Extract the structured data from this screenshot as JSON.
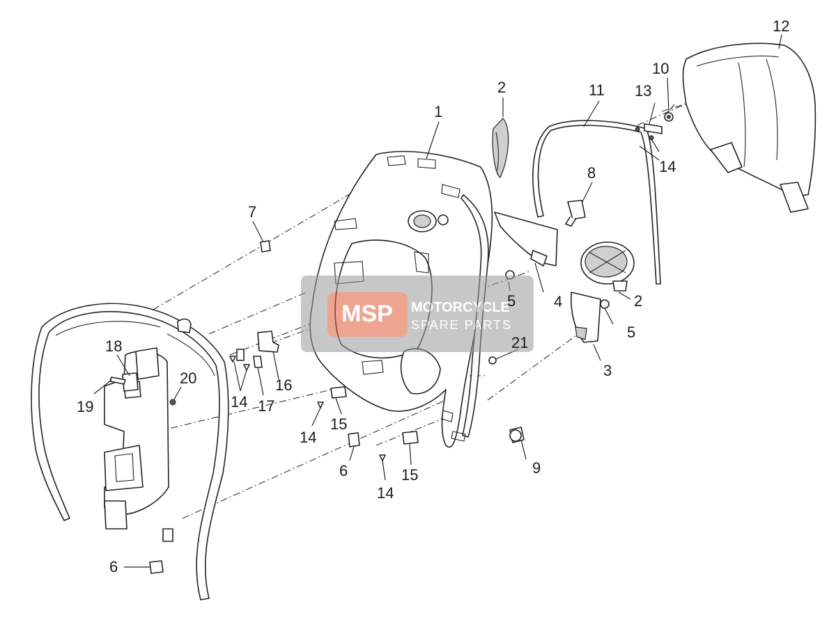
{
  "callouts": {
    "c1": "1",
    "c2a": "2",
    "c2b": "2",
    "c3": "3",
    "c4": "4",
    "c5a": "5",
    "c5b": "5",
    "c6a": "6",
    "c6b": "6",
    "c7": "7",
    "c8": "8",
    "c9": "9",
    "c10": "10",
    "c11": "11",
    "c12": "12",
    "c13": "13",
    "c14a": "14",
    "c14b": "14",
    "c14c": "14",
    "c14d": "14",
    "c15a": "15",
    "c15b": "15",
    "c16": "16",
    "c17": "17",
    "c18": "18",
    "c19": "19",
    "c20": "20",
    "c21": "21"
  },
  "watermark": {
    "logo": "MSP",
    "line1": "MOTORCYCLE",
    "line2": "SPARE PARTS",
    "colors": {
      "logo": "#e05a36",
      "box": "#8a8a8a"
    }
  }
}
